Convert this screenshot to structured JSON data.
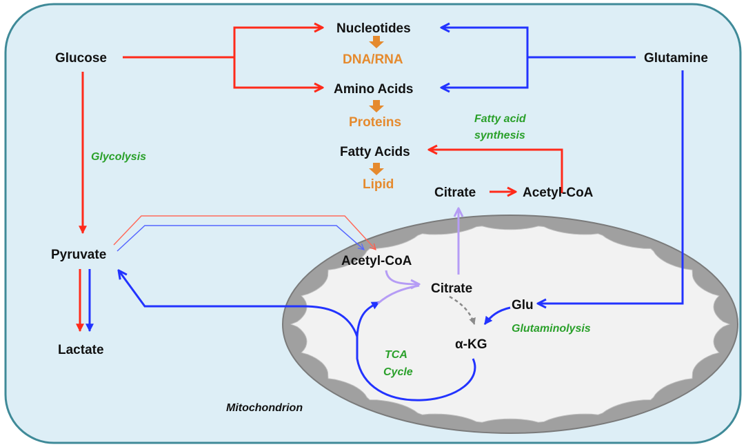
{
  "colors": {
    "cell_fill": "#ddeef6",
    "cell_stroke": "#3f8a98",
    "glucose_flux": "#ff2a1a",
    "glutamine_flux": "#2233ff",
    "tca_internal": "#b59cf5",
    "product": "#e58a2e",
    "process": "#2aa02a"
  },
  "nodes": {
    "glucose": "Glucose",
    "glutamine": "Glutamine",
    "nucleotides": "Nucleotides",
    "dna_rna": "DNA/RNA",
    "amino_acids": "Amino Acids",
    "proteins": "Proteins",
    "fatty_acids": "Fatty Acids",
    "lipid": "Lipid",
    "citrate_cyto": "Citrate",
    "acetyl_coa_cyto": "Acetyl-CoA",
    "pyruvate": "Pyruvate",
    "lactate": "Lactate",
    "acetyl_coa_mito": "Acetyl-CoA",
    "citrate_mito": "Citrate",
    "alpha_kg": "α-KG",
    "glu": "Glu"
  },
  "processes": {
    "glycolysis": "Glycolysis",
    "fatty_acid_synthesis_line1": "Fatty acid",
    "fatty_acid_synthesis_line2": "synthesis",
    "glutaminolysis": "Glutaminolysis",
    "tca_line1": "TCA",
    "tca_line2": "Cycle"
  },
  "compartments": {
    "mitochondrion": "Mitochondrion"
  }
}
